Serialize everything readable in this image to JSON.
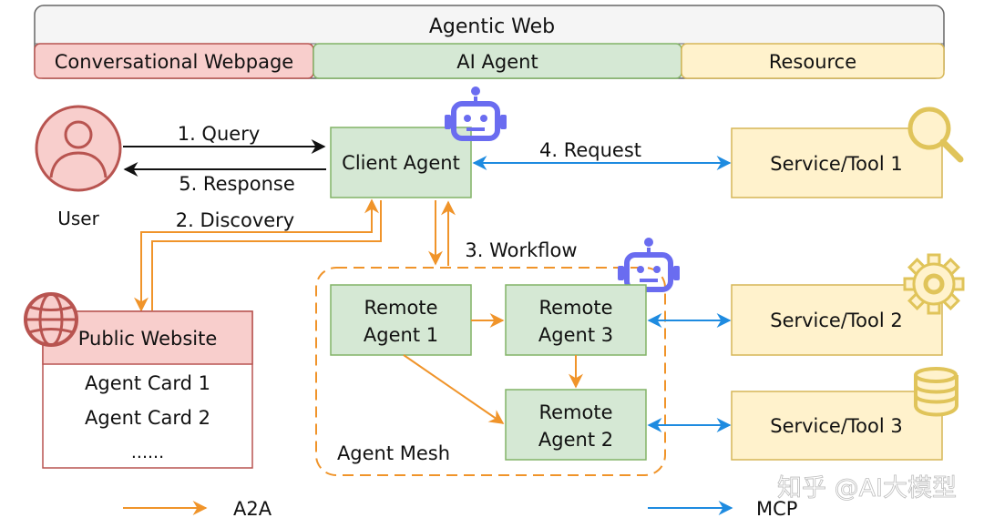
{
  "header": {
    "title": "Agentic Web",
    "sections": [
      "Conversational Webpage",
      "AI Agent",
      "Resource"
    ]
  },
  "nodes": {
    "user": "User",
    "client_agent": "Client Agent",
    "remote_agent_1": [
      "Remote",
      "Agent 1"
    ],
    "remote_agent_3": [
      "Remote",
      "Agent 3"
    ],
    "remote_agent_2": [
      "Remote",
      "Agent 2"
    ],
    "service_tool_1": "Service/Tool 1",
    "service_tool_2": "Service/Tool 2",
    "service_tool_3": "Service/Tool 3",
    "public_website": "Public Website",
    "agent_cards": [
      "Agent Card 1",
      "Agent Card 2",
      "......"
    ],
    "agent_mesh": "Agent Mesh"
  },
  "edges": {
    "query": "1. Query",
    "response": "5. Response",
    "discovery": "2. Discovery",
    "workflow": "3. Workflow",
    "request": "4. Request"
  },
  "legend": {
    "a2a": "A2A",
    "mcp": "MCP"
  },
  "watermark": "知乎 @AI大模型",
  "colors": {
    "a2a": "#f0942a",
    "mcp": "#1e8be0",
    "agent_fill": "#d5e8d4",
    "agent_stroke": "#82b366",
    "resource_fill": "#fff2cc",
    "resource_stroke": "#d6b656",
    "web_fill": "#f8cecc",
    "web_stroke": "#b85450",
    "robot": "#6a6cf0"
  }
}
